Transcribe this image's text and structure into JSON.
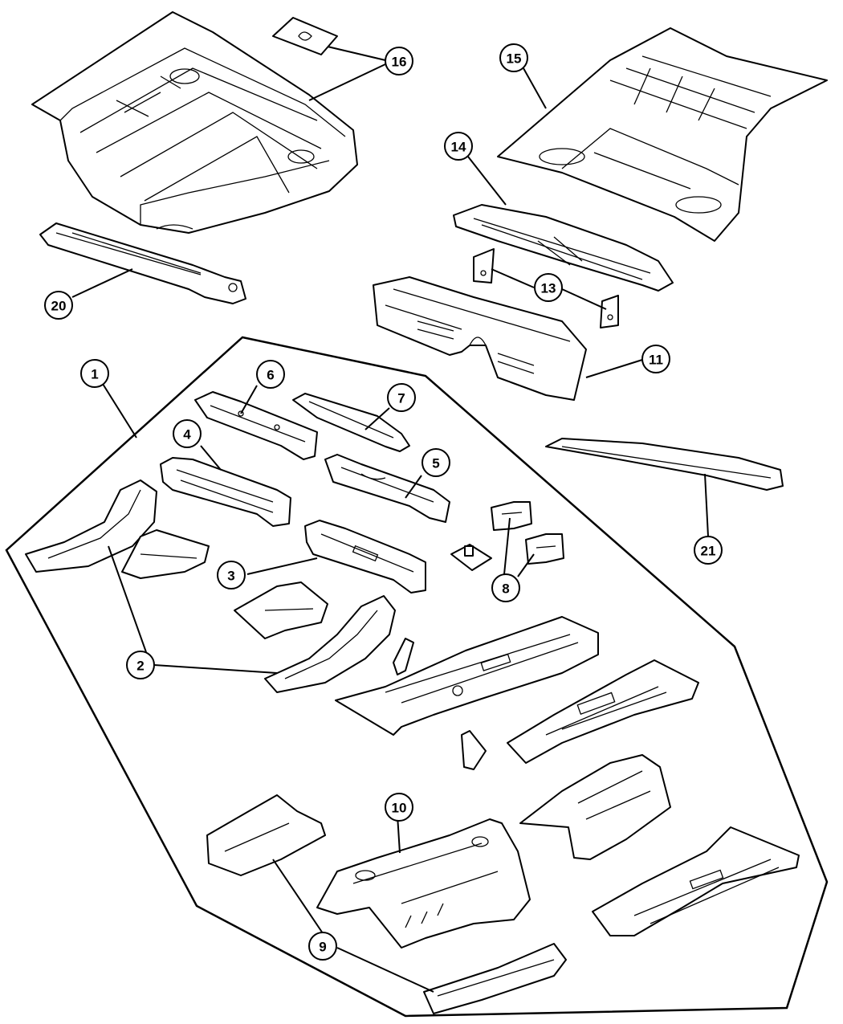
{
  "diagram": {
    "callouts": [
      {
        "id": "1",
        "label": "1"
      },
      {
        "id": "2",
        "label": "2"
      },
      {
        "id": "3",
        "label": "3"
      },
      {
        "id": "4",
        "label": "4"
      },
      {
        "id": "5",
        "label": "5"
      },
      {
        "id": "6",
        "label": "6"
      },
      {
        "id": "7",
        "label": "7"
      },
      {
        "id": "8",
        "label": "8"
      },
      {
        "id": "9",
        "label": "9"
      },
      {
        "id": "10",
        "label": "10"
      },
      {
        "id": "11",
        "label": "11"
      },
      {
        "id": "13",
        "label": "13"
      },
      {
        "id": "14",
        "label": "14"
      },
      {
        "id": "15",
        "label": "15"
      },
      {
        "id": "16",
        "label": "16"
      },
      {
        "id": "20",
        "label": "20"
      },
      {
        "id": "21",
        "label": "21"
      }
    ]
  }
}
